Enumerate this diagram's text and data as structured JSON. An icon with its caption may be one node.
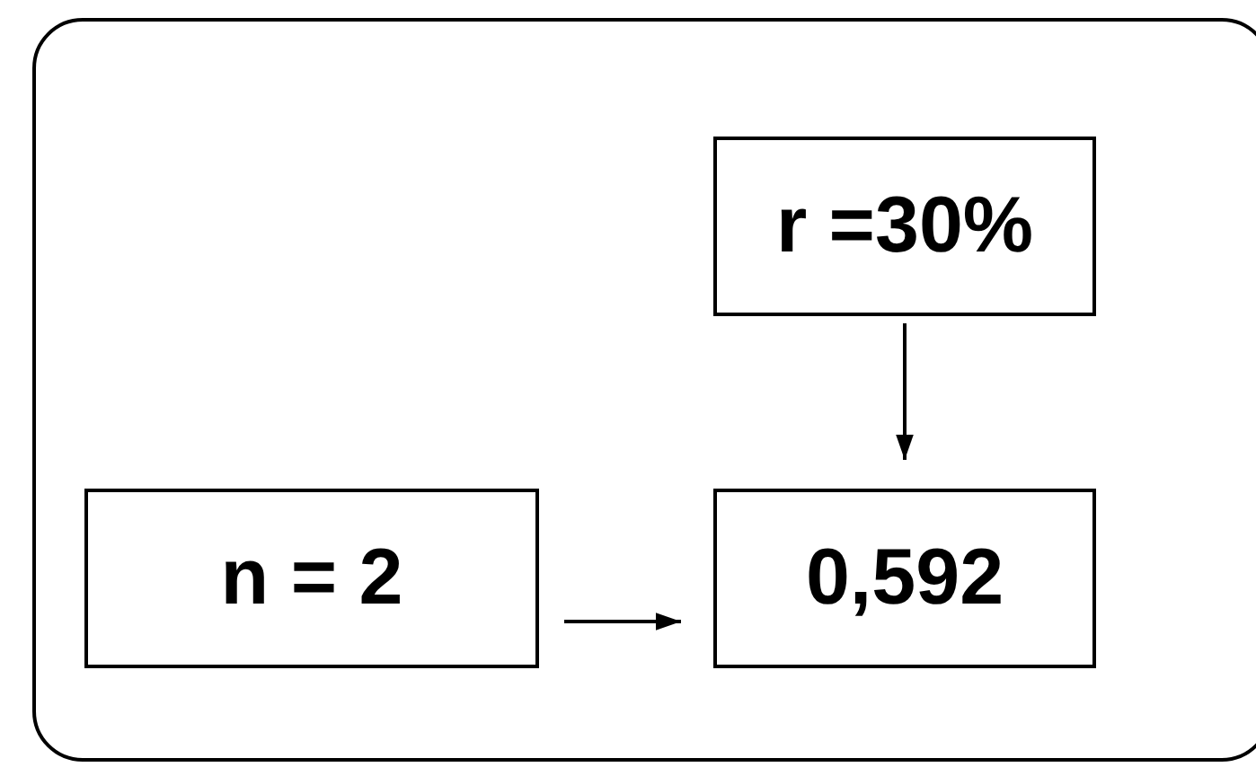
{
  "diagram": {
    "nodes": [
      {
        "text": [],
        "shape": "box"
      },
      {
        "text": [
          "r =30%"
        ],
        "in": 0
      },
      {
        "text": [
          "n = 2"
        ],
        "in": 0
      },
      {
        "text": [
          "0,592"
        ],
        "in": 0
      }
    ],
    "edges": [
      {
        "from": 1,
        "to": 3,
        "arrow": "to"
      },
      {
        "from": 2,
        "to": 3,
        "arrow": "to"
      }
    ]
  }
}
